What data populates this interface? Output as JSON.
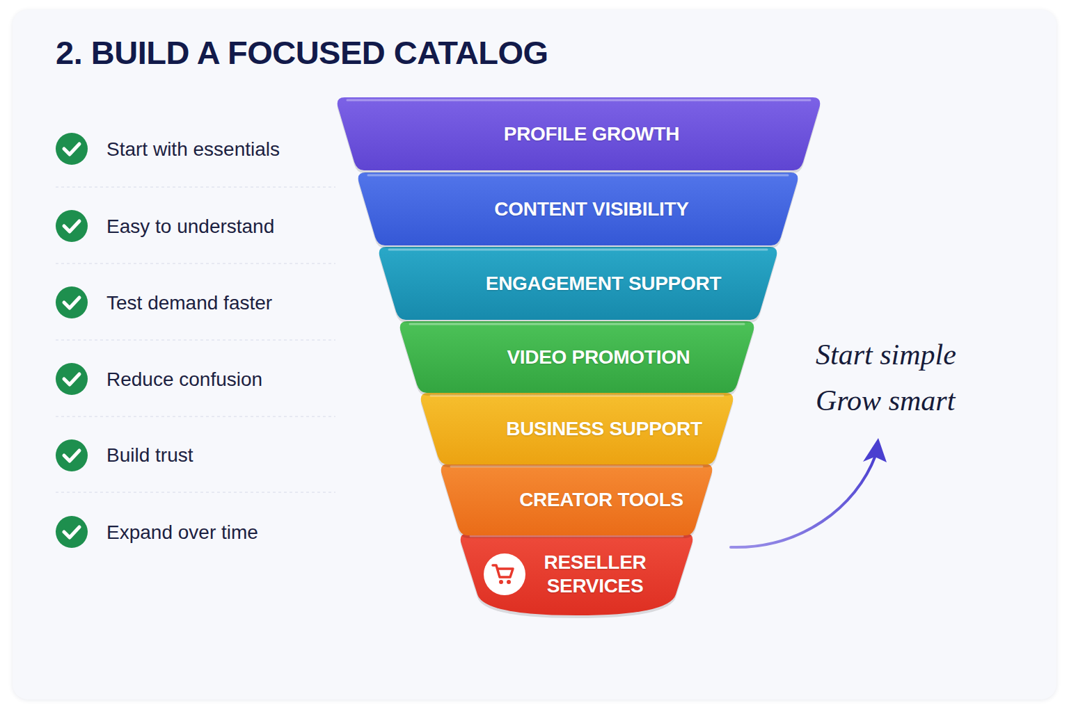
{
  "diagram": {
    "title": "2. BUILD A FOCUSED CATALOG",
    "nodes": [
      {
        "text": [
          "PROFILE GROWTH"
        ]
      },
      {
        "text": [
          "CONTENT VISIBILITY"
        ]
      },
      {
        "text": [
          "ENGAGEMENT SUPPORT"
        ]
      },
      {
        "text": [
          "VIDEO PROMOTION"
        ]
      },
      {
        "text": [
          "BUSINESS SUPPORT"
        ]
      },
      {
        "text": [
          "CREATOR TOOLS"
        ]
      },
      {
        "text": [
          "RESELLER SERVICES"
        ]
      }
    ],
    "labels": [
      "Start with essentials",
      "Easy to understand",
      "Test demand faster",
      "Reduce confusion",
      "Build trust",
      "Expand over time",
      "Start simple",
      "Grow smart"
    ]
  }
}
